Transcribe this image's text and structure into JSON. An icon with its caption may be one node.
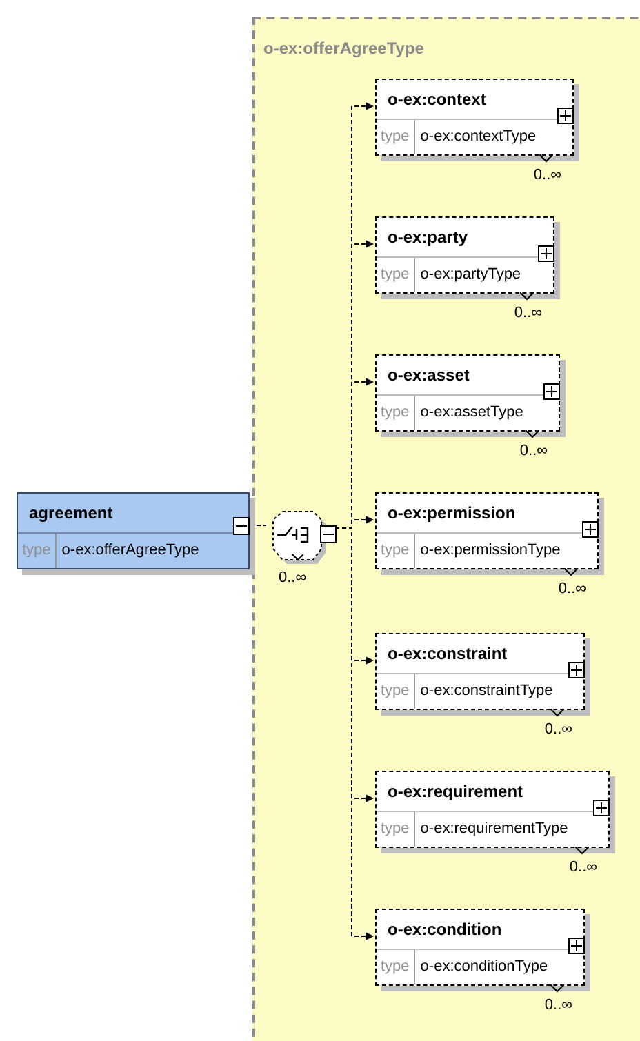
{
  "diagram": {
    "nodes": [
      {
        "text": [
          "agreement",
          "type",
          "o-ex:offerAgreeType"
        ]
      },
      {
        "text": [
          "o-ex:offerAgreeType"
        ]
      },
      {
        "text": [],
        "shape": "octagon",
        "in": 1,
        "beside": [
          "0..∞"
        ]
      },
      {
        "text": [
          "o-ex:context",
          "type",
          "o-ex:contextType"
        ],
        "in": 1,
        "beside": [
          "0..∞"
        ]
      },
      {
        "text": [
          "o-ex:party",
          "type",
          "o-ex:partyType"
        ],
        "in": 1,
        "beside": [
          "0..∞"
        ]
      },
      {
        "text": [
          "o-ex:asset",
          "type",
          "o-ex:assetType"
        ],
        "in": 1,
        "beside": [
          "0..∞"
        ]
      },
      {
        "text": [
          "o-ex:permission",
          "type",
          "o-ex:permissionType"
        ],
        "in": 1,
        "beside": [
          "0..∞"
        ]
      },
      {
        "text": [
          "o-ex:constraint",
          "type",
          "o-ex:constraintType"
        ],
        "in": 1,
        "beside": [
          "0..∞"
        ]
      },
      {
        "text": [
          "o-ex:requirement",
          "type",
          "o-ex:requirementType"
        ],
        "in": 1,
        "beside": [
          "0..∞"
        ]
      },
      {
        "text": [
          "o-ex:condition",
          "type",
          "o-ex:conditionType"
        ],
        "in": 1,
        "beside": [
          "0..∞"
        ]
      }
    ],
    "edges": [
      {
        "from": 0,
        "to": 2,
        "arrow": "none",
        "style": "dashed"
      },
      {
        "from": 2,
        "to": 3,
        "arrow": "to",
        "style": "dashed"
      },
      {
        "from": 2,
        "to": 4,
        "arrow": "to",
        "style": "dashed"
      },
      {
        "from": 2,
        "to": 5,
        "arrow": "to",
        "style": "dashed"
      },
      {
        "from": 2,
        "to": 6,
        "arrow": "to",
        "style": "dashed"
      },
      {
        "from": 2,
        "to": 7,
        "arrow": "to",
        "style": "dashed"
      },
      {
        "from": 2,
        "to": 8,
        "arrow": "to",
        "style": "dashed"
      },
      {
        "from": 2,
        "to": 9,
        "arrow": "to",
        "style": "dashed"
      }
    ]
  }
}
